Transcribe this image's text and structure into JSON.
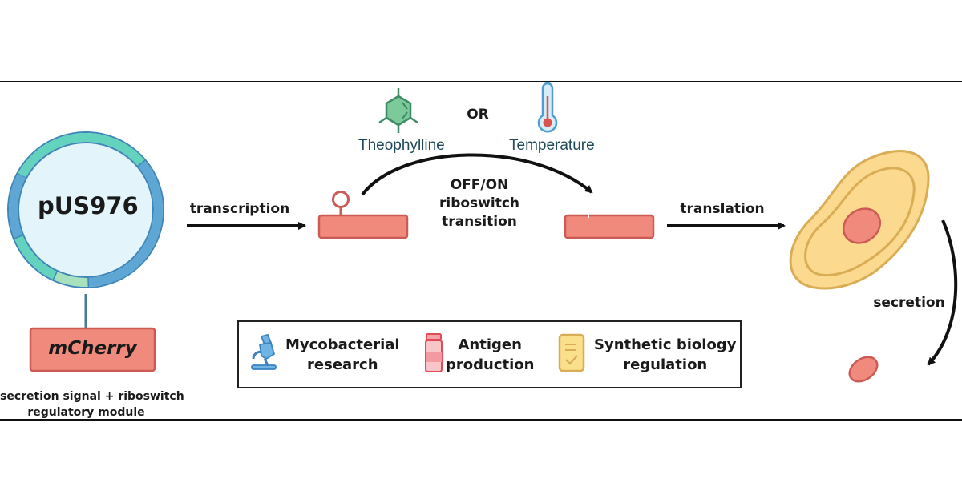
{
  "plasmid": {
    "name": "pUS976",
    "gene": "mCherry",
    "module_caption_line1": "secretion signal + riboswitch",
    "module_caption_line2": "regulatory module"
  },
  "steps": {
    "transcription": "transcription",
    "translation": "translation",
    "secretion": "secretion"
  },
  "riboswitch": {
    "transition_line1": "OFF/ON",
    "transition_line2": "riboswitch",
    "transition_line3": "transition"
  },
  "triggers": {
    "theophylline": "Theophylline",
    "connector": "OR",
    "temperature": "Temperature"
  },
  "legend": {
    "items": [
      {
        "icon": "microscope-icon",
        "line1": "Mycobacterial",
        "line2": "research"
      },
      {
        "icon": "vial-icon",
        "line1": "Antigen",
        "line2": "production"
      },
      {
        "icon": "clipboard-check-icon",
        "line1": "Synthetic biology",
        "line2": "regulation"
      }
    ]
  },
  "colors": {
    "plasmid_fill": "#e3f4fb",
    "plasmid_blue": "#5ea6d4",
    "plasmid_teal": "#63d3bd",
    "plasmid_lightgreen": "#a7e1bd",
    "mrna": "#f08a7c",
    "mrna_stroke": "#cc5b55",
    "cell_fill": "#fbd98f",
    "cell_stroke": "#d9ad55",
    "theophylline": "#7cc99a",
    "thermo_blue": "#6fb8e0",
    "thermo_red": "#d9534f"
  }
}
